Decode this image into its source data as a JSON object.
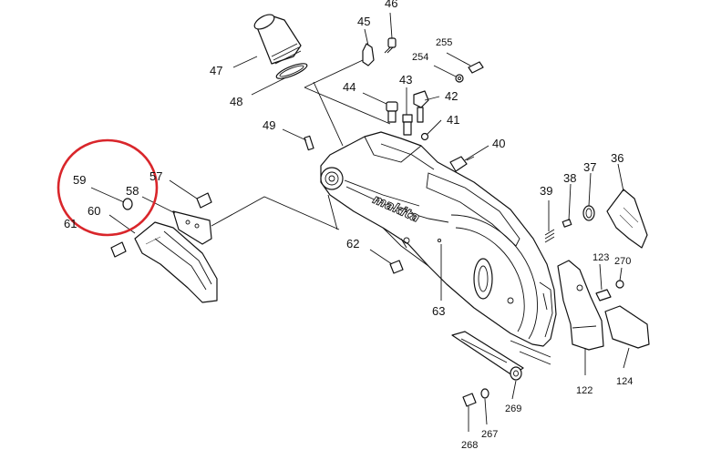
{
  "diagram": {
    "brand_mark": "makita",
    "highlight_color": "#d9262b",
    "labels": {
      "p36": "36",
      "p37": "37",
      "p38": "38",
      "p39": "39",
      "p40": "40",
      "p41": "41",
      "p42": "42",
      "p43": "43",
      "p44": "44",
      "p45": "45",
      "p46": "46",
      "p47": "47",
      "p48": "48",
      "p49": "49",
      "p57": "57",
      "p58": "58",
      "p59": "59",
      "p60": "60",
      "p61": "61",
      "p62": "62",
      "p63": "63",
      "p122": "122",
      "p123": "123",
      "p124": "124",
      "p254": "254",
      "p255": "255",
      "p267": "267",
      "p268": "268",
      "p269": "269",
      "p270": "270"
    }
  }
}
